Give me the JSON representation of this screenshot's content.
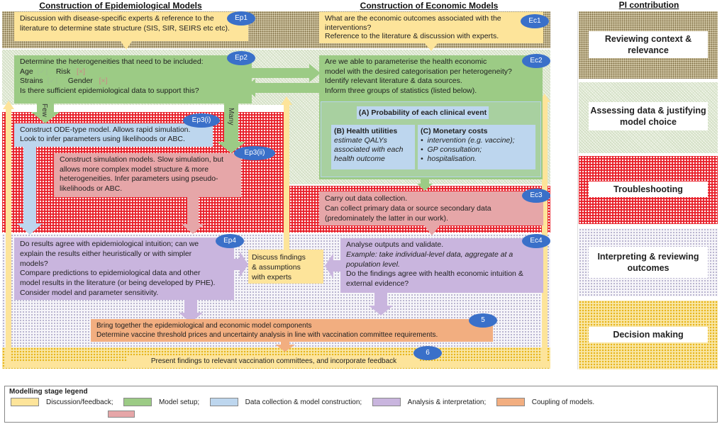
{
  "headers": {
    "epi": "Construction of Epidemiological Models",
    "eco": "Construction of Economic Models",
    "pi": "PI contribution"
  },
  "pi_stages": [
    {
      "label": "Reviewing context & relevance"
    },
    {
      "label": "Assessing data & justifying model choice"
    },
    {
      "label": "Troubleshooting"
    },
    {
      "label": "Interpreting & reviewing outcomes"
    },
    {
      "label": "Decision making"
    }
  ],
  "ep1": {
    "badge": "Ep1",
    "lines": [
      "Discussion with disease-specific experts & reference to the",
      "literature to determine state structure (SIS, SIR, SEIRS etc etc)."
    ]
  },
  "ec1": {
    "badge": "Ec1",
    "lines": [
      "What are the economic outcomes associated with the",
      "interventions?",
      "Reference to the literature & discussion with experts."
    ]
  },
  "ep2": {
    "badge": "Ep2",
    "title": "Determine the heterogeneities that need to be included:",
    "heterogeneities": [
      {
        "name": "Age",
        "included": true,
        "mark": "[✓]"
      },
      {
        "name": "Risk",
        "included": false,
        "mark": "[×]"
      },
      {
        "name": "Strains",
        "included": true,
        "mark": "[✓]"
      },
      {
        "name": "Gender",
        "included": false,
        "mark": "[×]"
      }
    ],
    "question": "Is there sufficient epidemiological data to support this?",
    "few_label": "Few",
    "many_label": "Many"
  },
  "ec2": {
    "badge": "Ec2",
    "lines": [
      "Are we able to parameterise the health economic",
      "model with the desired categorisation per heterogeneity?",
      "Identify relevant literature & data sources.",
      "Inform three groups of statistics (listed below)."
    ],
    "stat_a": "(A) Probability of each clinical event",
    "stat_b_title": "(B) Health utilities",
    "stat_b_lines": [
      "estimate QALYs",
      "associated with each",
      "health outcome"
    ],
    "stat_c_title": "(C) Monetary costs",
    "stat_c_items": [
      "intervention (e.g. vaccine);",
      "GP consultation;",
      "hospitalisation."
    ]
  },
  "ep3i": {
    "badge": "Ep3(i)",
    "lines": [
      "Construct ODE-type model. Allows rapid simulation.",
      "Look to infer parameters using likelihoods or ABC."
    ]
  },
  "ep3ii": {
    "badge": "Ep3(ii)",
    "lines": [
      "Construct simulation models. Slow simulation, but",
      "allows more complex model structure & more",
      "heterogeneities. Infer parameters using pseudo-",
      "likelihoods or ABC."
    ]
  },
  "ec3": {
    "badge": "Ec3",
    "lines": [
      "Carry out data collection.",
      "Can collect primary data or source secondary data",
      "(predominately the latter in our work)."
    ]
  },
  "ep4": {
    "badge": "Ep4",
    "lines": [
      "Do results agree with epidemiological intuition; can we",
      "explain the results either heuristically or with simpler",
      "models?",
      "Compare predictions to epidemiological data and other",
      "model results in the literature (or being developed by PHE).",
      "Consider model and parameter sensitivity."
    ]
  },
  "discuss": {
    "lines": [
      "Discuss findings",
      "& assumptions",
      "with experts"
    ]
  },
  "ec4": {
    "badge": "Ec4",
    "line1": "Analyse outputs and validate.",
    "example_lines": [
      "Example: take individual-level data, aggregate at a",
      "population level."
    ],
    "lines_after": [
      "Do the findings agree with health economic intuition &",
      "external evidence?"
    ]
  },
  "step5": {
    "badge": "5",
    "lines": [
      "Bring together the epidemiological and economic model components",
      "Determine vaccine threshold prices and uncertainty analysis in line with vaccination committee requirements."
    ]
  },
  "step6": {
    "badge": "6",
    "text": "Present findings to relevant vaccination committees, and incorporate feedback"
  },
  "legend": {
    "title": "Modelling stage legend",
    "items": [
      {
        "label": "Discussion/feedback;",
        "color": "#fde49a"
      },
      {
        "label": "Model setup;",
        "color": "#9ccb85"
      },
      {
        "label": "Data collection & model construction;",
        "color": "#bdd6ee",
        "color2": "#e6a6a8"
      },
      {
        "label": "Analysis & interpretation;",
        "color": "#c9b5de"
      },
      {
        "label": "Coupling of models.",
        "color": "#f2ae80"
      }
    ]
  }
}
